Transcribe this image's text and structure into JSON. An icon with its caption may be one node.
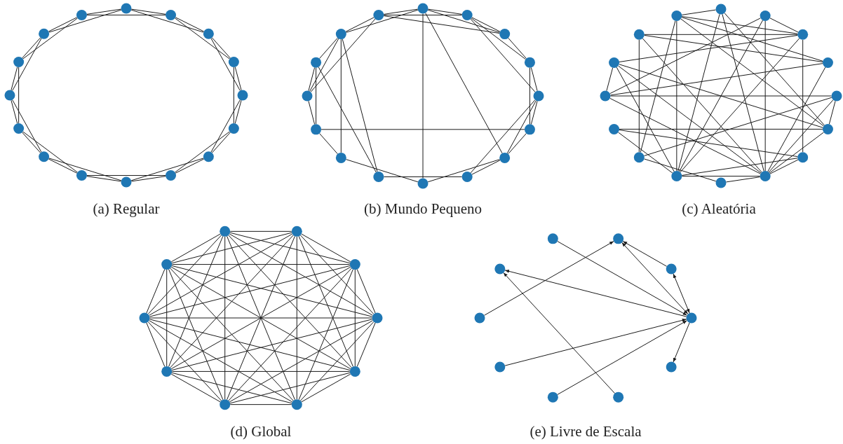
{
  "diagram": {
    "nodes": [
      {
        "text": [],
        "shape": "circle"
      },
      {
        "text": [],
        "shape": "circle"
      },
      {
        "text": [],
        "shape": "circle"
      },
      {
        "text": [],
        "shape": "circle"
      },
      {
        "text": [],
        "shape": "circle"
      },
      {
        "text": [],
        "shape": "circle"
      },
      {
        "text": [],
        "shape": "circle"
      },
      {
        "text": [],
        "shape": "circle"
      },
      {
        "text": [],
        "shape": "circle"
      },
      {
        "text": [],
        "shape": "circle"
      },
      {
        "text": [],
        "shape": "circle"
      },
      {
        "text": [],
        "shape": "circle"
      },
      {
        "text": [],
        "shape": "circle"
      },
      {
        "text": [],
        "shape": "circle"
      },
      {
        "text": [],
        "shape": "circle"
      },
      {
        "text": [],
        "shape": "circle"
      },
      {
        "text": [],
        "shape": "circle"
      },
      {
        "text": [],
        "shape": "circle"
      },
      {
        "text": [],
        "shape": "circle"
      },
      {
        "text": [],
        "shape": "circle"
      },
      {
        "text": [],
        "shape": "circle"
      },
      {
        "text": [],
        "shape": "circle"
      },
      {
        "text": [],
        "shape": "circle"
      },
      {
        "text": [],
        "shape": "circle"
      },
      {
        "text": [],
        "shape": "circle"
      },
      {
        "text": [],
        "shape": "circle"
      },
      {
        "text": [],
        "shape": "circle"
      },
      {
        "text": [],
        "shape": "circle"
      },
      {
        "text": [],
        "shape": "circle"
      },
      {
        "text": [],
        "shape": "circle"
      },
      {
        "text": [],
        "shape": "circle"
      },
      {
        "text": [],
        "shape": "circle"
      },
      {
        "text": [],
        "shape": "circle"
      },
      {
        "text": [],
        "shape": "circle"
      },
      {
        "text": [],
        "shape": "circle"
      },
      {
        "text": [],
        "shape": "circle"
      },
      {
        "text": [],
        "shape": "circle"
      },
      {
        "text": [],
        "shape": "circle"
      },
      {
        "text": [],
        "shape": "circle"
      },
      {
        "text": [],
        "shape": "circle"
      },
      {
        "text": [],
        "shape": "circle"
      },
      {
        "text": [],
        "shape": "circle"
      },
      {
        "text": [],
        "shape": "circle"
      },
      {
        "text": [],
        "shape": "circle"
      },
      {
        "text": [],
        "shape": "circle"
      },
      {
        "text": [],
        "shape": "circle"
      },
      {
        "text": [],
        "shape": "circle"
      },
      {
        "text": [],
        "shape": "circle"
      },
      {
        "text": [],
        "shape": "circle"
      },
      {
        "text": [],
        "shape": "circle"
      },
      {
        "text": [],
        "shape": "circle"
      },
      {
        "text": [],
        "shape": "circle"
      },
      {
        "text": [],
        "shape": "circle"
      },
      {
        "text": [],
        "shape": "circle"
      },
      {
        "text": [],
        "shape": "circle"
      },
      {
        "text": [],
        "shape": "circle"
      },
      {
        "text": [],
        "shape": "circle"
      },
      {
        "text": [],
        "shape": "circle"
      },
      {
        "text": [],
        "shape": "circle"
      },
      {
        "text": [],
        "shape": "circle"
      },
      {
        "text": [],
        "shape": "circle"
      },
      {
        "text": [],
        "shape": "circle"
      },
      {
        "text": [],
        "shape": "circle"
      },
      {
        "text": [],
        "shape": "circle"
      },
      {
        "text": [],
        "shape": "circle"
      },
      {
        "text": [],
        "shape": "circle"
      },
      {
        "text": [],
        "shape": "circle"
      },
      {
        "text": [],
        "shape": "circle"
      }
    ],
    "edges": [
      {
        "from": 0,
        "to": 1,
        "arrow": "none"
      },
      {
        "from": 0,
        "to": 2,
        "arrow": "none"
      },
      {
        "from": 1,
        "to": 2,
        "arrow": "none"
      },
      {
        "from": 1,
        "to": 3,
        "arrow": "none"
      },
      {
        "from": 2,
        "to": 3,
        "arrow": "none"
      },
      {
        "from": 2,
        "to": 4,
        "arrow": "none"
      },
      {
        "from": 3,
        "to": 4,
        "arrow": "none"
      },
      {
        "from": 3,
        "to": 5,
        "arrow": "none"
      },
      {
        "from": 4,
        "to": 5,
        "arrow": "none"
      },
      {
        "from": 4,
        "to": 6,
        "arrow": "none"
      },
      {
        "from": 5,
        "to": 6,
        "arrow": "none"
      },
      {
        "from": 5,
        "to": 7,
        "arrow": "none"
      },
      {
        "from": 6,
        "to": 7,
        "arrow": "none"
      },
      {
        "from": 6,
        "to": 8,
        "arrow": "none"
      },
      {
        "from": 7,
        "to": 8,
        "arrow": "none"
      },
      {
        "from": 7,
        "to": 9,
        "arrow": "none"
      },
      {
        "from": 8,
        "to": 9,
        "arrow": "none"
      },
      {
        "from": 8,
        "to": 10,
        "arrow": "none"
      },
      {
        "from": 9,
        "to": 10,
        "arrow": "none"
      },
      {
        "from": 9,
        "to": 11,
        "arrow": "none"
      },
      {
        "from": 10,
        "to": 11,
        "arrow": "none"
      },
      {
        "from": 10,
        "to": 12,
        "arrow": "none"
      },
      {
        "from": 11,
        "to": 12,
        "arrow": "none"
      },
      {
        "from": 11,
        "to": 13,
        "arrow": "none"
      },
      {
        "from": 12,
        "to": 13,
        "arrow": "none"
      },
      {
        "from": 12,
        "to": 14,
        "arrow": "none"
      },
      {
        "from": 13,
        "to": 14,
        "arrow": "none"
      },
      {
        "from": 13,
        "to": 15,
        "arrow": "none"
      },
      {
        "from": 14,
        "to": 15,
        "arrow": "none"
      },
      {
        "from": 14,
        "to": 0,
        "arrow": "none"
      },
      {
        "from": 15,
        "to": 0,
        "arrow": "none"
      },
      {
        "from": 15,
        "to": 1,
        "arrow": "none"
      },
      {
        "from": 16,
        "to": 17,
        "arrow": "none"
      },
      {
        "from": 16,
        "to": 18,
        "arrow": "none"
      },
      {
        "from": 16,
        "to": 31,
        "arrow": "none"
      },
      {
        "from": 16,
        "to": 30,
        "arrow": "none"
      },
      {
        "from": 16,
        "to": 24,
        "arrow": "none"
      },
      {
        "from": 16,
        "to": 22,
        "arrow": "none"
      },
      {
        "from": 17,
        "to": 18,
        "arrow": "none"
      },
      {
        "from": 17,
        "to": 19,
        "arrow": "none"
      },
      {
        "from": 17,
        "to": 20,
        "arrow": "none"
      },
      {
        "from": 17,
        "to": 31,
        "arrow": "none"
      },
      {
        "from": 18,
        "to": 19,
        "arrow": "none"
      },
      {
        "from": 18,
        "to": 31,
        "arrow": "none"
      },
      {
        "from": 19,
        "to": 20,
        "arrow": "none"
      },
      {
        "from": 19,
        "to": 21,
        "arrow": "none"
      },
      {
        "from": 20,
        "to": 21,
        "arrow": "none"
      },
      {
        "from": 20,
        "to": 22,
        "arrow": "none"
      },
      {
        "from": 20,
        "to": 23,
        "arrow": "none"
      },
      {
        "from": 21,
        "to": 22,
        "arrow": "none"
      },
      {
        "from": 22,
        "to": 23,
        "arrow": "none"
      },
      {
        "from": 22,
        "to": 24,
        "arrow": "none"
      },
      {
        "from": 23,
        "to": 25,
        "arrow": "none"
      },
      {
        "from": 24,
        "to": 26,
        "arrow": "none"
      },
      {
        "from": 25,
        "to": 30,
        "arrow": "none"
      },
      {
        "from": 25,
        "to": 29,
        "arrow": "none"
      },
      {
        "from": 26,
        "to": 27,
        "arrow": "none"
      },
      {
        "from": 26,
        "to": 30,
        "arrow": "none"
      },
      {
        "from": 27,
        "to": 28,
        "arrow": "none"
      },
      {
        "from": 27,
        "to": 29,
        "arrow": "none"
      },
      {
        "from": 27,
        "to": 21,
        "arrow": "none"
      },
      {
        "from": 28,
        "to": 29,
        "arrow": "none"
      },
      {
        "from": 28,
        "to": 30,
        "arrow": "none"
      },
      {
        "from": 28,
        "to": 31,
        "arrow": "none"
      },
      {
        "from": 29,
        "to": 30,
        "arrow": "none"
      },
      {
        "from": 30,
        "to": 31,
        "arrow": "none"
      },
      {
        "from": 47,
        "to": 32,
        "arrow": "none"
      },
      {
        "from": 47,
        "to": 34,
        "arrow": "none"
      },
      {
        "from": 47,
        "to": 35,
        "arrow": "none"
      },
      {
        "from": 47,
        "to": 41,
        "arrow": "none"
      },
      {
        "from": 47,
        "to": 42,
        "arrow": "none"
      },
      {
        "from": 47,
        "to": 37,
        "arrow": "none"
      },
      {
        "from": 32,
        "to": 41,
        "arrow": "none"
      },
      {
        "from": 32,
        "to": 39,
        "arrow": "none"
      },
      {
        "from": 32,
        "to": 37,
        "arrow": "none"
      },
      {
        "from": 33,
        "to": 34,
        "arrow": "none"
      },
      {
        "from": 33,
        "to": 39,
        "arrow": "none"
      },
      {
        "from": 33,
        "to": 44,
        "arrow": "none"
      },
      {
        "from": 33,
        "to": 41,
        "arrow": "none"
      },
      {
        "from": 46,
        "to": 34,
        "arrow": "none"
      },
      {
        "from": 46,
        "to": 42,
        "arrow": "none"
      },
      {
        "from": 46,
        "to": 35,
        "arrow": "none"
      },
      {
        "from": 46,
        "to": 39,
        "arrow": "none"
      },
      {
        "from": 34,
        "to": 38,
        "arrow": "none"
      },
      {
        "from": 34,
        "to": 45,
        "arrow": "none"
      },
      {
        "from": 34,
        "to": 41,
        "arrow": "none"
      },
      {
        "from": 35,
        "to": 44,
        "arrow": "none"
      },
      {
        "from": 35,
        "to": 39,
        "arrow": "none"
      },
      {
        "from": 45,
        "to": 44,
        "arrow": "none"
      },
      {
        "from": 45,
        "to": 37,
        "arrow": "none"
      },
      {
        "from": 45,
        "to": 41,
        "arrow": "none"
      },
      {
        "from": 45,
        "to": 39,
        "arrow": "none"
      },
      {
        "from": 44,
        "to": 36,
        "arrow": "none"
      },
      {
        "from": 44,
        "to": 39,
        "arrow": "none"
      },
      {
        "from": 36,
        "to": 37,
        "arrow": "none"
      },
      {
        "from": 36,
        "to": 39,
        "arrow": "none"
      },
      {
        "from": 36,
        "to": 42,
        "arrow": "none"
      },
      {
        "from": 43,
        "to": 37,
        "arrow": "none"
      },
      {
        "from": 43,
        "to": 38,
        "arrow": "none"
      },
      {
        "from": 43,
        "to": 41,
        "arrow": "none"
      },
      {
        "from": 42,
        "to": 40,
        "arrow": "none"
      },
      {
        "from": 41,
        "to": 39,
        "arrow": "none"
      },
      {
        "from": 41,
        "to": 38,
        "arrow": "none"
      },
      {
        "from": 40,
        "to": 39,
        "arrow": "none"
      },
      {
        "from": 39,
        "to": 37,
        "arrow": "none"
      },
      {
        "from": 39,
        "to": 38,
        "arrow": "none"
      },
      {
        "from": 48,
        "to": 49,
        "arrow": "none"
      },
      {
        "from": 48,
        "to": 50,
        "arrow": "none"
      },
      {
        "from": 48,
        "to": 51,
        "arrow": "none"
      },
      {
        "from": 48,
        "to": 52,
        "arrow": "none"
      },
      {
        "from": 48,
        "to": 53,
        "arrow": "none"
      },
      {
        "from": 48,
        "to": 54,
        "arrow": "none"
      },
      {
        "from": 48,
        "to": 55,
        "arrow": "none"
      },
      {
        "from": 48,
        "to": 56,
        "arrow": "none"
      },
      {
        "from": 48,
        "to": 57,
        "arrow": "none"
      },
      {
        "from": 49,
        "to": 50,
        "arrow": "none"
      },
      {
        "from": 49,
        "to": 51,
        "arrow": "none"
      },
      {
        "from": 49,
        "to": 52,
        "arrow": "none"
      },
      {
        "from": 49,
        "to": 53,
        "arrow": "none"
      },
      {
        "from": 49,
        "to": 54,
        "arrow": "none"
      },
      {
        "from": 49,
        "to": 55,
        "arrow": "none"
      },
      {
        "from": 49,
        "to": 56,
        "arrow": "none"
      },
      {
        "from": 49,
        "to": 57,
        "arrow": "none"
      },
      {
        "from": 50,
        "to": 51,
        "arrow": "none"
      },
      {
        "from": 50,
        "to": 52,
        "arrow": "none"
      },
      {
        "from": 50,
        "to": 53,
        "arrow": "none"
      },
      {
        "from": 50,
        "to": 54,
        "arrow": "none"
      },
      {
        "from": 50,
        "to": 55,
        "arrow": "none"
      },
      {
        "from": 50,
        "to": 56,
        "arrow": "none"
      },
      {
        "from": 50,
        "to": 57,
        "arrow": "none"
      },
      {
        "from": 51,
        "to": 52,
        "arrow": "none"
      },
      {
        "from": 51,
        "to": 53,
        "arrow": "none"
      },
      {
        "from": 51,
        "to": 54,
        "arrow": "none"
      },
      {
        "from": 51,
        "to": 55,
        "arrow": "none"
      },
      {
        "from": 51,
        "to": 56,
        "arrow": "none"
      },
      {
        "from": 51,
        "to": 57,
        "arrow": "none"
      },
      {
        "from": 52,
        "to": 53,
        "arrow": "none"
      },
      {
        "from": 52,
        "to": 54,
        "arrow": "none"
      },
      {
        "from": 52,
        "to": 55,
        "arrow": "none"
      },
      {
        "from": 52,
        "to": 56,
        "arrow": "none"
      },
      {
        "from": 52,
        "to": 57,
        "arrow": "none"
      },
      {
        "from": 53,
        "to": 54,
        "arrow": "none"
      },
      {
        "from": 53,
        "to": 55,
        "arrow": "none"
      },
      {
        "from": 53,
        "to": 56,
        "arrow": "none"
      },
      {
        "from": 53,
        "to": 57,
        "arrow": "none"
      },
      {
        "from": 54,
        "to": 55,
        "arrow": "none"
      },
      {
        "from": 54,
        "to": 56,
        "arrow": "none"
      },
      {
        "from": 54,
        "to": 57,
        "arrow": "none"
      },
      {
        "from": 55,
        "to": 56,
        "arrow": "none"
      },
      {
        "from": 55,
        "to": 57,
        "arrow": "none"
      },
      {
        "from": 56,
        "to": 57,
        "arrow": "none"
      },
      {
        "from": 58,
        "to": 61,
        "arrow": "to"
      },
      {
        "from": 66,
        "to": 59,
        "arrow": "to"
      },
      {
        "from": 60,
        "to": 59,
        "arrow": "to"
      },
      {
        "from": 59,
        "to": 61,
        "arrow": "both"
      },
      {
        "from": 61,
        "to": 60,
        "arrow": "both"
      },
      {
        "from": 61,
        "to": 67,
        "arrow": "to"
      },
      {
        "from": 63,
        "to": 67,
        "arrow": "to"
      },
      {
        "from": 65,
        "to": 61,
        "arrow": "to"
      },
      {
        "from": 64,
        "to": 61,
        "arrow": "to"
      },
      {
        "from": 61,
        "to": 62,
        "arrow": "to"
      }
    ],
    "labels": [
      "(a) Regular",
      "(b) Mundo Pequeno",
      "(c) Aleatória",
      "(d) Global",
      "(e) Livre de Escala"
    ]
  }
}
